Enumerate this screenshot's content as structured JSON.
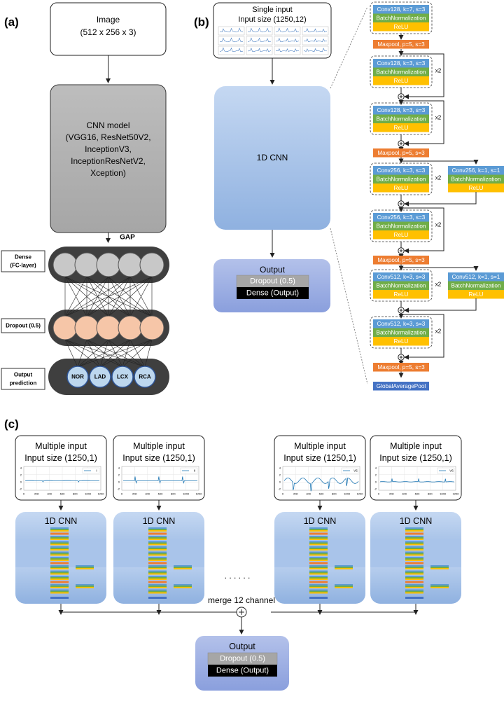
{
  "panels": {
    "a": "(a)",
    "b": "(b)",
    "c": "(c)"
  },
  "panel_a": {
    "image_box": [
      "Image",
      "(512 x 256 x 3)"
    ],
    "cnn_box": [
      "CNN model",
      "(VGG16, ResNet50V2,",
      "InceptionV3,",
      "InceptionResNetV2,",
      "Xception)"
    ],
    "gap": "GAP",
    "dense_label": [
      "Dense",
      "(FC-layer)"
    ],
    "dropout_label": "Dropout (0.5)",
    "output_label": [
      "Output",
      "prediction"
    ],
    "outputs": [
      "NOR",
      "LAD",
      "LCX",
      "RCA"
    ]
  },
  "panel_b": {
    "input_box": [
      "Single input",
      "Input size (1250,12)"
    ],
    "cnn_label": "1D CNN",
    "output_title": "Output",
    "dropout": "Dropout (0.5)",
    "dense": "Dense (Output)",
    "stack": {
      "first_conv": "Conv128, k=7, s=3",
      "bn": "BatchNormalization",
      "relu": "ReLU",
      "maxpool": "Maxpool, p=5, s=3",
      "repeat": "x2",
      "plus": "+",
      "blocks": [
        {
          "conv": "Conv128, k=3, s=3",
          "shortcut": ""
        },
        {
          "conv": "Conv128, k=3, s=3",
          "shortcut": ""
        },
        {
          "conv": "Conv256, k=3, s=3",
          "shortcut": "Conv256, k=1, s=1"
        },
        {
          "conv": "Conv256, k=3, s=3",
          "shortcut": ""
        },
        {
          "conv": "Conv512, k=3, s=3",
          "shortcut": "Conv512, k=1, s=1"
        },
        {
          "conv": "Conv512, k=3, s=3",
          "shortcut": ""
        }
      ],
      "gap": "GlobalAveragePool"
    }
  },
  "panel_c": {
    "inputs": [
      {
        "title": "Multiple input",
        "size": "Input size (1250,1)",
        "legend": "I"
      },
      {
        "title": "Multiple input",
        "size": "Input size (1250,1)",
        "legend": "II"
      },
      {
        "title": "Multiple input",
        "size": "Input size (1250,1)",
        "legend": "V5"
      },
      {
        "title": "Multiple input",
        "size": "Input size (1250,1)",
        "legend": "V6"
      }
    ],
    "mini_xticks": [
      "0",
      "200",
      "400",
      "600",
      "800",
      "1000",
      "1200"
    ],
    "mini_yticks": [
      "4",
      "2",
      "0",
      "-2"
    ],
    "cnn_label": "1D CNN",
    "ellipsis": ". . . . . .",
    "merge": "merge 12 channel",
    "output_title": "Output",
    "dropout": "Dropout (0.5)",
    "dense": "Dense (Output)"
  },
  "colors": {
    "conv": "#5b9bd5",
    "bn": "#70ad47",
    "relu": "#ffc000",
    "maxpool": "#ed7d31",
    "gap": "#4472c4",
    "cnn_box": "#a9c4ea",
    "gray_box": "#b7b7b7",
    "dark_oval": "#3f3f3f",
    "dense_node": "#c8c8c8",
    "dropout_node": "#f6c6a8",
    "output_node": "#bdd7ee"
  }
}
